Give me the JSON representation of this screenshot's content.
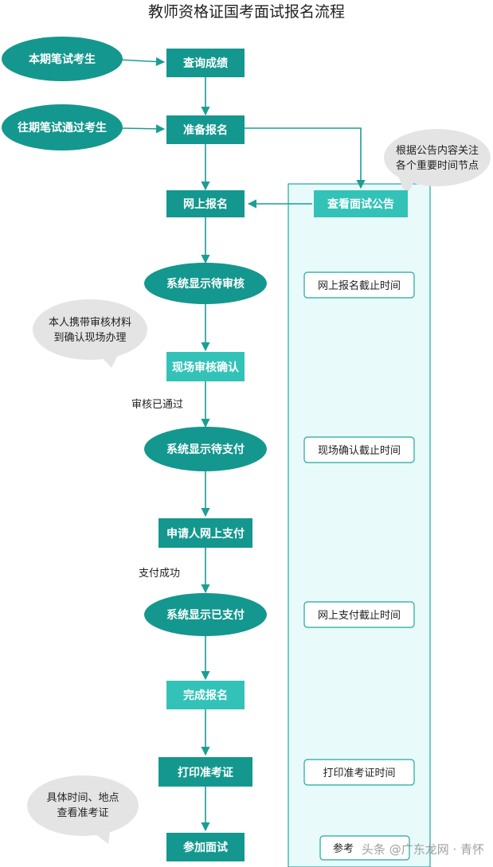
{
  "title": "教师资格证国考面试报名流程",
  "colors": {
    "teal_dark": "#14978e",
    "teal_light": "#33c2b8",
    "panel_fill": "#e8fbfa",
    "panel_border": "#1fa89f",
    "bubble": "#e4e4e4",
    "arrow": "#1d9d93",
    "label_text": "#222222"
  },
  "entries": {
    "current_candidates": "本期笔试考生",
    "past_candidates": "往期笔试通过考生"
  },
  "steps": {
    "check_scores": "查询成绩",
    "prepare": "准备报名",
    "online_registration": "网上报名",
    "pending_review": "系统显示待审核",
    "onsite_confirm": "现场审核确认",
    "pending_payment": "系统显示待支付",
    "applicant_pay": "申请人网上支付",
    "paid": "系统显示已支付",
    "complete": "完成报名",
    "print_ticket": "打印准考证",
    "attend": "参加面试"
  },
  "notice": {
    "view": "查看面试公告",
    "deadline_online": "网上报名截止时间",
    "deadline_confirm": "现场确认截止时间",
    "deadline_payment": "网上支付截止时间",
    "print_time": "打印准考证时间",
    "last_box": "参考"
  },
  "bubbles": {
    "notice_tip_1": "根据公告内容关注",
    "notice_tip_2": "各个重要时间节点",
    "material_tip_1": "本人携带审核材料",
    "material_tip_2": "到确认现场办理",
    "exam_tip_1": "具体时间、地点",
    "exam_tip_2": "查看准考证"
  },
  "edge_labels": {
    "review_passed": "审核已通过",
    "payment_success": "支付成功"
  },
  "watermark": "头条 @广东龙网 · 青怀"
}
